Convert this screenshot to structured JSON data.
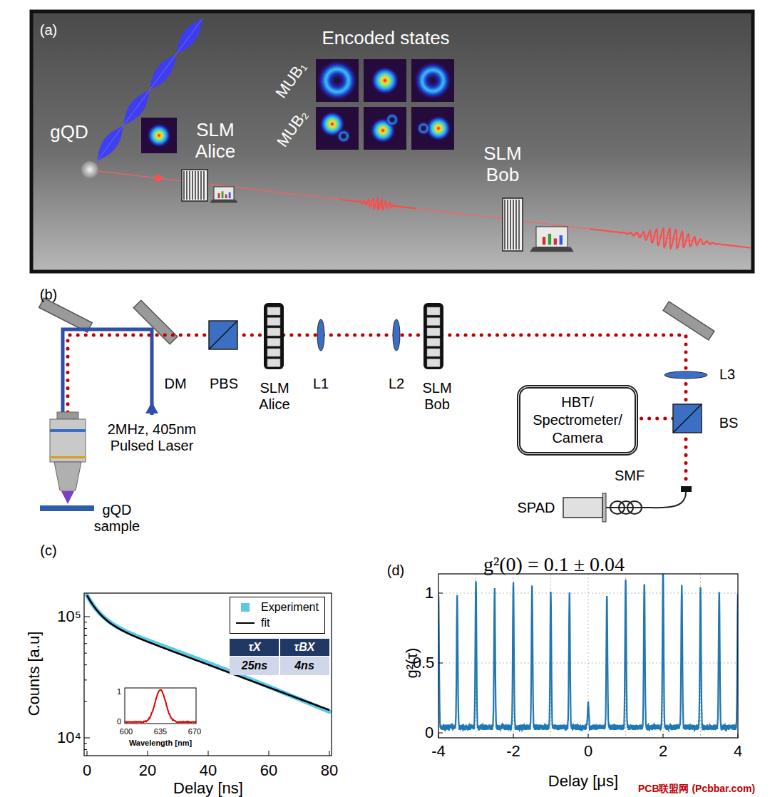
{
  "diagram": {
    "nodes": [
      {
        "text": [
          "HBT/ Spectrometer/ Camera"
        ]
      }
    ],
    "labels": [
      "(a)",
      "gQD",
      "SLM Alice",
      "Encoded states",
      "MUB₁",
      "MUB₂",
      "SLM Bob",
      "(b)",
      "DM",
      "2MHz, 405nm Pulsed Laser",
      "gQD sample",
      "PBS",
      "SLM Alice",
      "L1",
      "L2",
      "SLM Bob",
      "L3",
      "BS",
      "SMF",
      "SPAD",
      "(c)",
      "Counts [a.u]",
      "10⁵",
      "10⁴",
      "0",
      "20",
      "40",
      "60",
      "80",
      "Delay [ns]",
      "τX",
      "τBX",
      "25ns",
      "4ns",
      "1",
      "0",
      "600",
      "635",
      "670",
      "Wavelength [nm]",
      "(d)",
      "g²(0) = 0.1 ± 0.04",
      "g²(τ)",
      "1",
      "0.5",
      "0",
      "-4",
      "-2",
      "0",
      "2",
      "4",
      "Delay [μs]",
      "PCB联盟网 (Pcbbar.com)"
    ],
    "legend": [
      {
        "text": "Experiment",
        "color": "#5bc8e8"
      },
      {
        "text": "fit"
      }
    ]
  }
}
